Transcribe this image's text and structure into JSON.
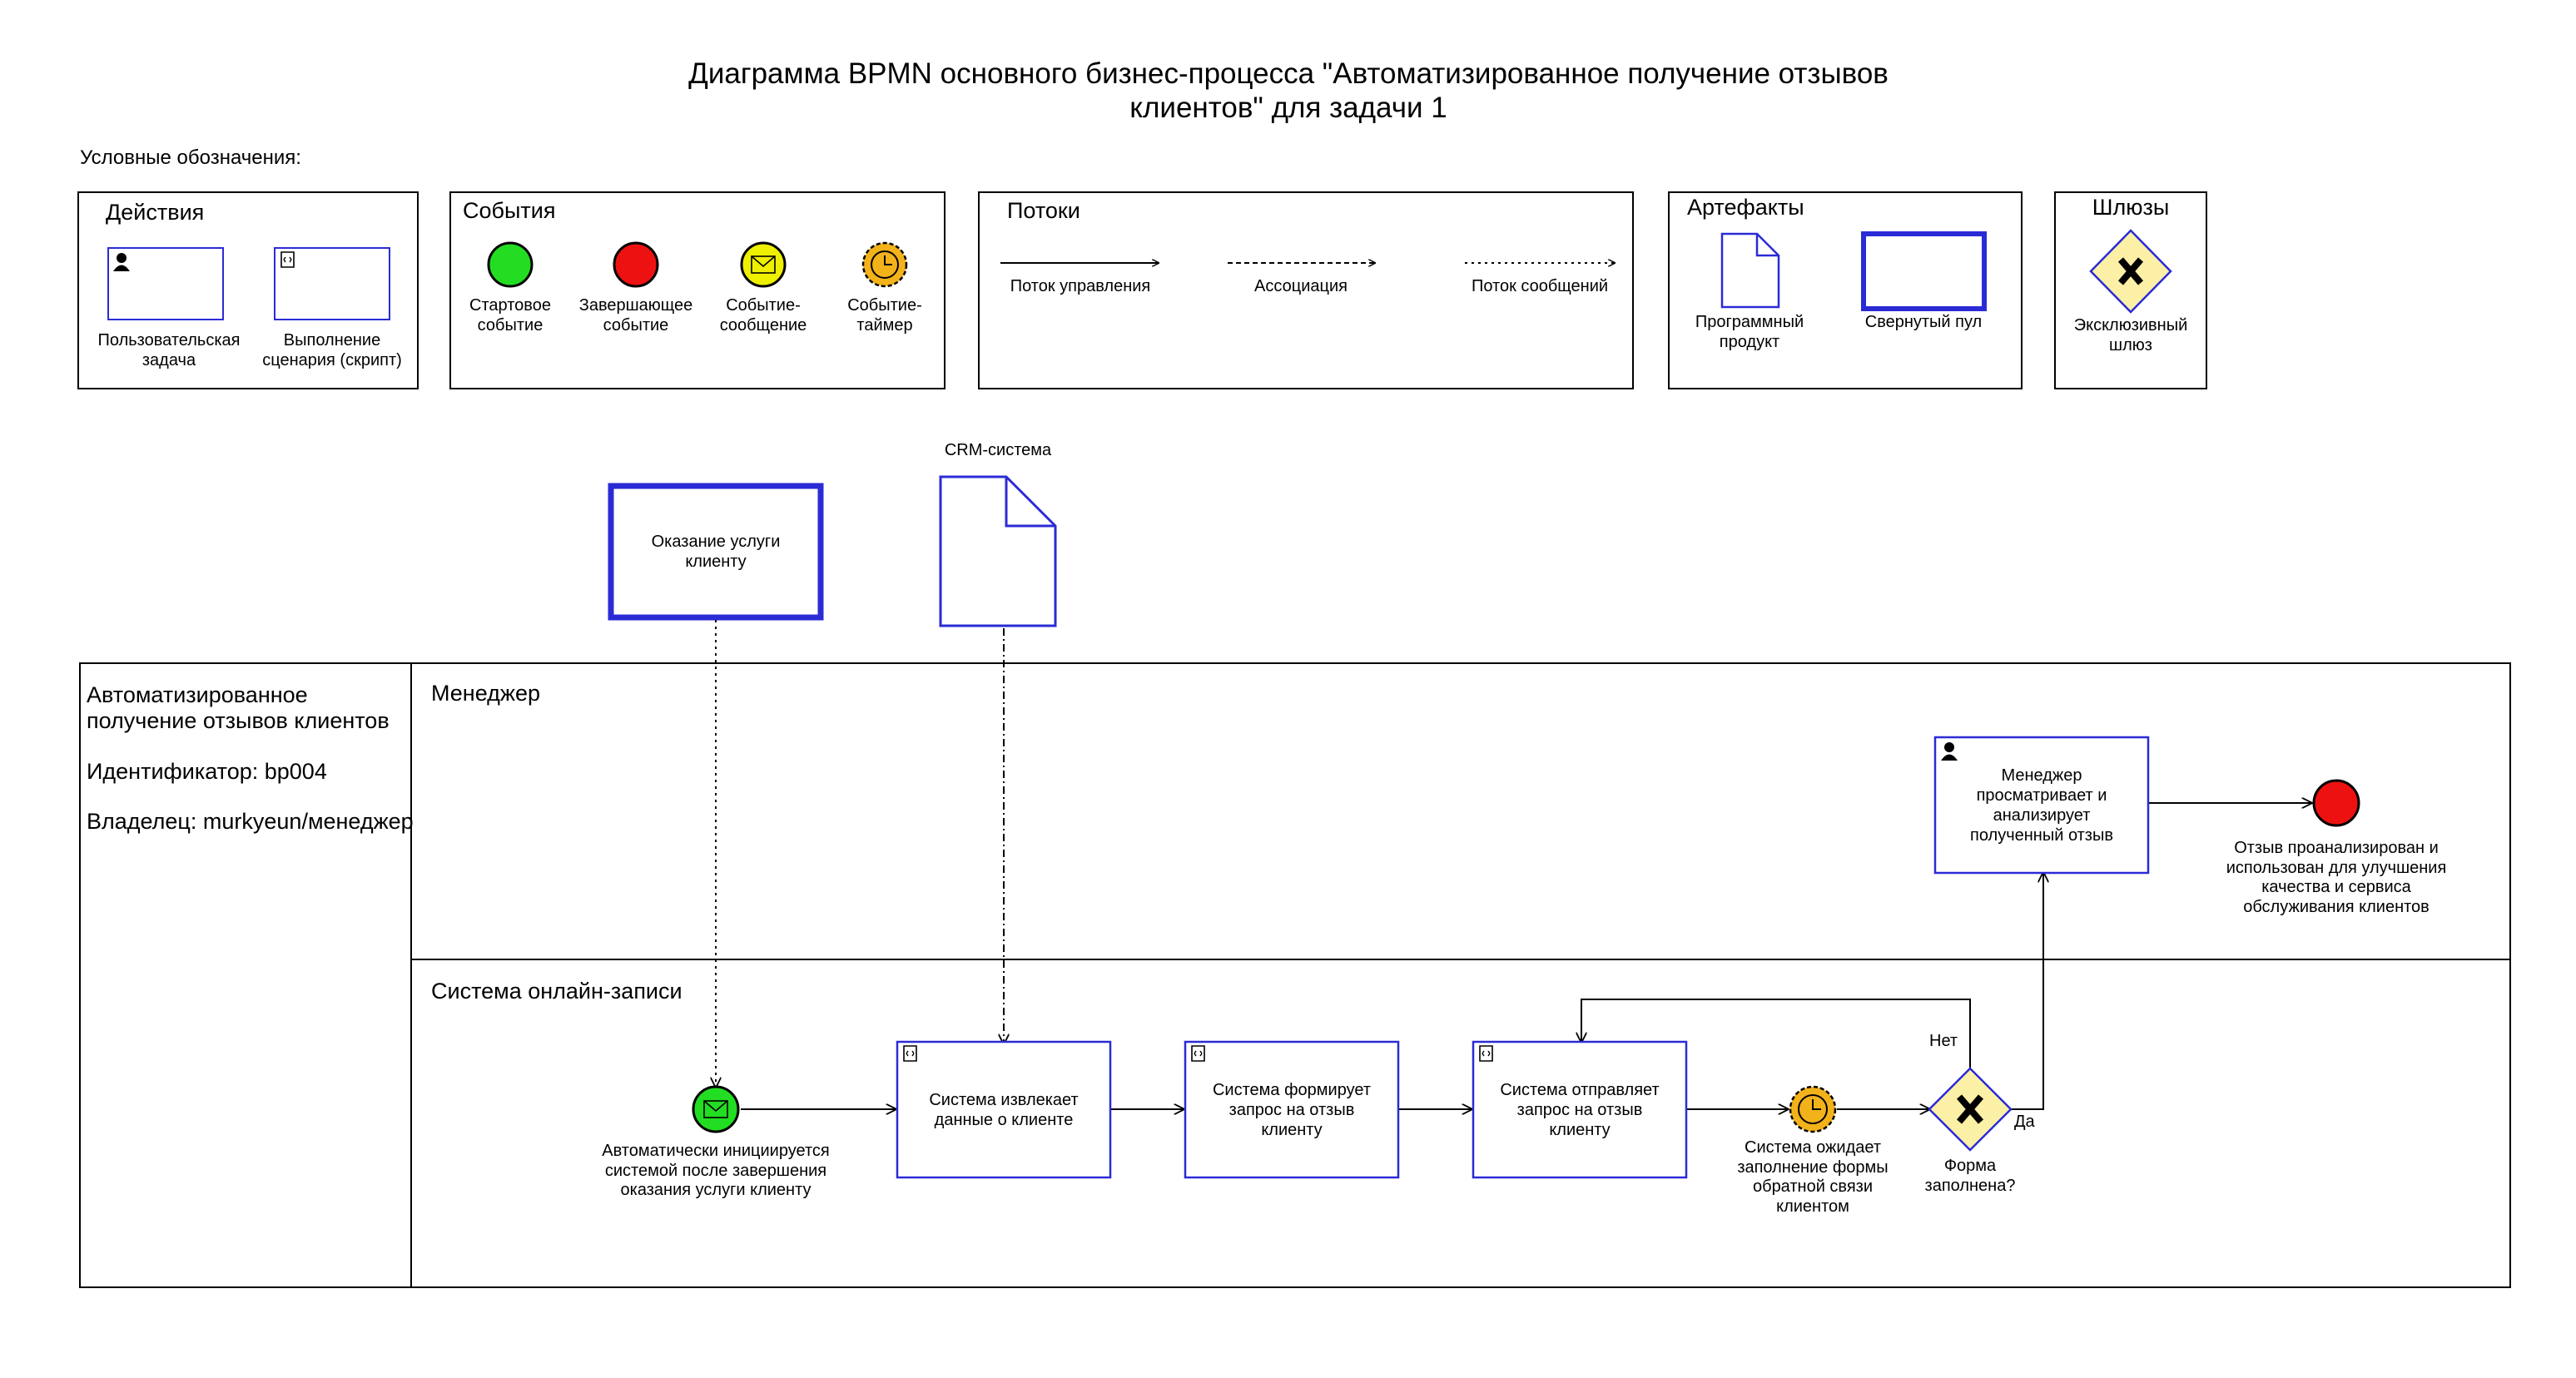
{
  "title": "Диаграмма BPMN основного бизнес-процесса \"Автоматизированное получение отзывов клиентов\" для задачи 1",
  "legend": {
    "heading": "Условные обозначения:",
    "actions": {
      "title": "Действия",
      "user_task": "Пользовательская\nзадача",
      "script_task": "Выполнение\nсценария (скрипт)"
    },
    "events": {
      "title": "События",
      "start": "Стартовое\nсобытие",
      "end": "Завершающее\nсобытие",
      "message": "Событие-\nсообщение",
      "timer": "Событие-\nтаймер"
    },
    "flows": {
      "title": "Потоки",
      "control": "Поток управления",
      "association": "Ассоциация",
      "message": "Поток сообщений"
    },
    "artifacts": {
      "title": "Артефакты",
      "data_object": "Программный\nпродукт",
      "collapsed_pool": "Свернутый пул"
    },
    "gateways": {
      "title": "Шлюзы",
      "exclusive": "Эксклюзивный\nшлюз"
    }
  },
  "external": {
    "collapsed_pool_label": "Оказание услуги\nклиенту",
    "data_object_label": "CRM-система"
  },
  "pool": {
    "name": "Автоматизированное\nполучение отзывов клиентов",
    "identifier": "Идентификатор: bp004",
    "owner": "Владелец: murkyeun/менеджер",
    "lanes": {
      "manager": "Менеджер",
      "system": "Система онлайн-записи"
    }
  },
  "process": {
    "start_event_label": "Автоматически инициируется\nсистемой после завершения\nоказания услуги клиенту",
    "task_extract": "Система извлекает\nданные о клиенте",
    "task_form": "Система формирует\nзапрос на отзыв\nклиенту",
    "task_send": "Система отправляет\nзапрос на отзыв\nклиенту",
    "timer_label": "Система ожидает\nзаполнение формы\nобратной связи\nклиентом",
    "gateway_label": "Форма\nзаполнена?",
    "gateway_no": "Нет",
    "gateway_yes": "Да",
    "task_review": "Менеджер\nпросматривает и\nанализирует\nполученный отзыв",
    "end_event_label": "Отзыв проанализирован и\nиспользован для улучшения\nкачества и сервиса\nобслуживания клиентов"
  },
  "colors": {
    "task_border": "#2b2bd6",
    "start": "#22dd22",
    "end": "#ee1111",
    "message_event": "#eef000",
    "timer": "#f2b21a",
    "gateway_fill": "#fbf0a6"
  }
}
